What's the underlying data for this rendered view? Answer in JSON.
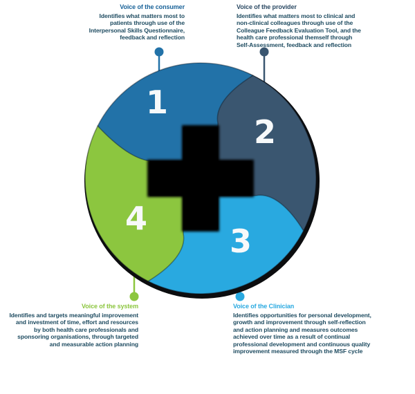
{
  "diagram": {
    "type": "msf-cycle-pinwheel",
    "background": "#FFFFFF",
    "cross_color": "#050505",
    "body_text_color": "#1F4C61",
    "segments": [
      {
        "number": "1",
        "label": "Voice of the consumer",
        "color": "#2272A8",
        "description": "Identifies what matters most to\npatients through use of the\nInterpersonal Skills Questionnaire,\nfeedback and reflection"
      },
      {
        "number": "2",
        "label": "Voice of the provider",
        "color": "#3A5670",
        "description": "Identifies what matters most to clinical and\nnon-clinical colleagues through use of the\nColleague Feedback Evaluation Tool, and the\nhealth care professional themself through\nSelf-Assessment, feedback and reflection"
      },
      {
        "number": "3",
        "label": "Voice of the Clinician",
        "color": "#29A9E0",
        "description": "Identifies opportunities for personal development,\ngrowth and improvement through self-reflection\nand action planning and measures outcomes\nachieved over time as a result of continual\nprofessional development and continuous quality\nimprovement measured through the MSF cycle"
      },
      {
        "number": "4",
        "label": "Voice of the system",
        "color": "#8CC63F",
        "description": "Identifies and targets meaningful improvement\nand investment of time, effort and resources\nby both health care professionals and\nsponsoring organisations, through targeted\nand measurable action planning"
      }
    ]
  }
}
